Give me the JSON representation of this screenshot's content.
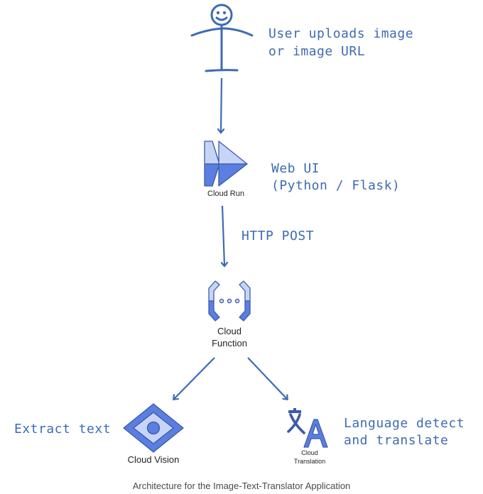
{
  "colors": {
    "ink": "#3d6bb3",
    "icon_dark": "#3b5ba8",
    "icon_mid": "#5b7ee0",
    "icon_light": "#c7d4f7",
    "text": "#222222"
  },
  "nodes": {
    "user": {
      "icon": "stick-figure-icon",
      "note_line1": "User uploads image",
      "note_line2": "or image URL"
    },
    "cloud_run": {
      "icon": "cloud-run-icon",
      "label": "Cloud Run",
      "note_line1": "Web UI",
      "note_line2": "(Python / Flask)"
    },
    "cloud_function": {
      "icon": "cloud-function-icon",
      "label_line1": "Cloud",
      "label_line2": "Function"
    },
    "cloud_vision": {
      "icon": "cloud-vision-icon",
      "label": "Cloud Vision",
      "note": "Extract text"
    },
    "cloud_translation": {
      "icon": "cloud-translation-icon",
      "label_line1": "Cloud",
      "label_line2": "Translation",
      "note_line1": "Language detect",
      "note_line2": "and translate"
    }
  },
  "edges": {
    "run_to_function": {
      "label": "HTTP POST"
    }
  },
  "caption": "Architecture for the Image-Text-Translator Application"
}
